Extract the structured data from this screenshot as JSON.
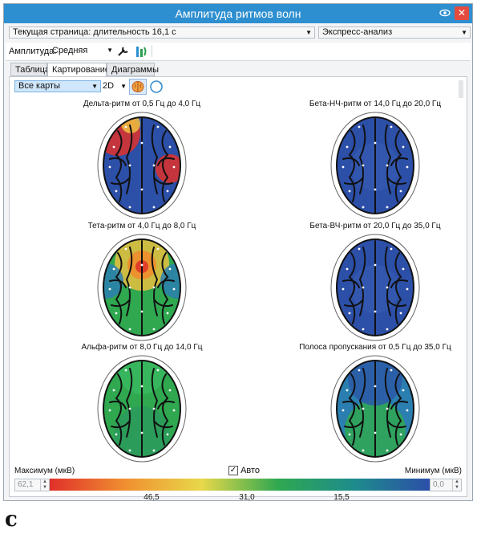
{
  "window": {
    "title": "Амплитуда ритмов волн"
  },
  "page_combo": {
    "value": "Текущая страница: длительность 16,1 с"
  },
  "analysis_combo": {
    "value": "Экспресс-анализ"
  },
  "amplitude": {
    "label": "Амплитуда:",
    "value": "Средняя"
  },
  "tabs": [
    "Таблица",
    "Картирование",
    "Диаграммы"
  ],
  "active_tab": "Картирование",
  "map_select": {
    "value": "Все карты"
  },
  "view_mode": {
    "value": "2D"
  },
  "maps": [
    {
      "title": "Дельта-ритм от 0,5 Гц до 4,0 Гц",
      "pattern": "delta"
    },
    {
      "title": "Бета-НЧ-ритм от 14,0 Гц до 20,0 Гц",
      "pattern": "blue"
    },
    {
      "title": "Тета-ритм от 4,0 Гц до 8,0 Гц",
      "pattern": "theta"
    },
    {
      "title": "Бета-ВЧ-ритм от 20,0 Гц до 35,0 Гц",
      "pattern": "blue"
    },
    {
      "title": "Альфа-ритм от 8,0 Гц до 14,0 Гц",
      "pattern": "alpha"
    },
    {
      "title": "Полоса пропускания от 0,5 Гц до 35,0 Гц",
      "pattern": "band"
    }
  ],
  "scale": {
    "max_label": "Максимум (мкВ)",
    "max_value": "62,1",
    "auto_label": "Авто",
    "auto_checked": true,
    "min_label": "Минимум (мкВ)",
    "min_value": "0,0",
    "ticks": [
      "46,5",
      "31,0",
      "15,5"
    ],
    "colors": [
      "#e0302a",
      "#f09030",
      "#e8d84a",
      "#2fa850",
      "#1e8c8c",
      "#2c4fa8"
    ]
  },
  "figure_label": "c"
}
